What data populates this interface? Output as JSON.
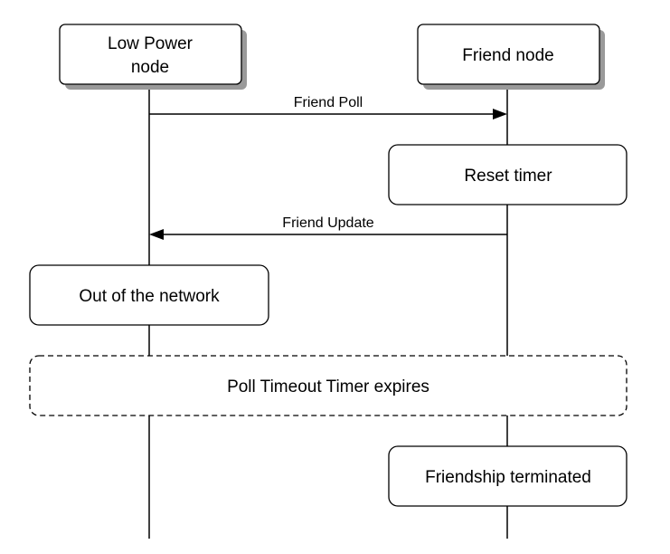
{
  "participants": {
    "low_power": {
      "line1": "Low Power",
      "line2": "node"
    },
    "friend": {
      "label": "Friend node"
    }
  },
  "messages": {
    "friend_poll": "Friend Poll",
    "friend_update": "Friend Update"
  },
  "actions": {
    "reset_timer": "Reset timer",
    "out_of_network": "Out of the network",
    "poll_timeout": "Poll Timeout Timer expires",
    "friendship_terminated": "Friendship terminated"
  }
}
